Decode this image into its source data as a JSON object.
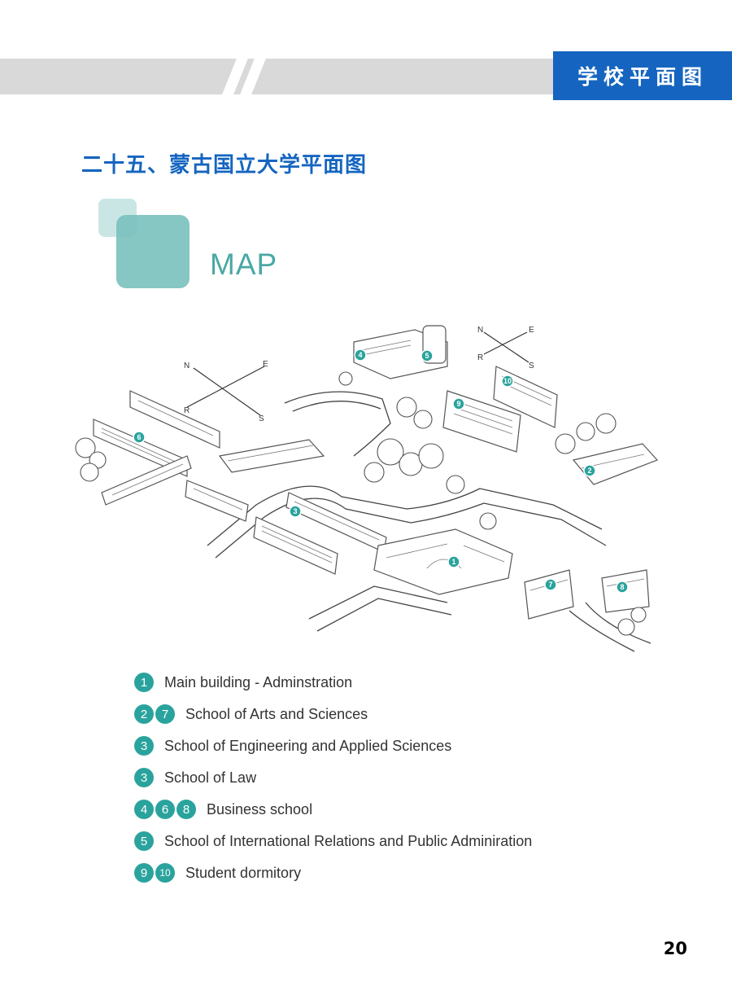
{
  "header": {
    "section_label": "学校平面图"
  },
  "page_title": "二十五、蒙古国立大学平面图",
  "map_label": "MAP",
  "illustration": {
    "compass_primary": {
      "n": "N",
      "e": "E",
      "s": "S",
      "w": "R"
    },
    "compass_secondary": {
      "n": "N",
      "e": "E",
      "s": "S",
      "w": "R"
    },
    "markers": [
      "1",
      "2",
      "3",
      "4",
      "5",
      "6",
      "7",
      "8",
      "9",
      "10"
    ]
  },
  "legend": [
    {
      "badges": [
        "1"
      ],
      "text": "Main building - Adminstration"
    },
    {
      "badges": [
        "2",
        "7"
      ],
      "text": "School of Arts and Sciences"
    },
    {
      "badges": [
        "3"
      ],
      "text": "School of Engineering and Applied Sciences"
    },
    {
      "badges": [
        "3"
      ],
      "text": "School of Law"
    },
    {
      "badges": [
        "4",
        "6",
        "8"
      ],
      "text": "Business school"
    },
    {
      "badges": [
        "5"
      ],
      "text": "School of International Relations and Public Adminiration"
    },
    {
      "badges": [
        "9",
        "10"
      ],
      "text": "Student dormitory"
    }
  ],
  "page_number": "20",
  "colors": {
    "brand_blue": "#1565c0",
    "teal": "#2aa39d",
    "band_grey": "#d9d9d9"
  }
}
